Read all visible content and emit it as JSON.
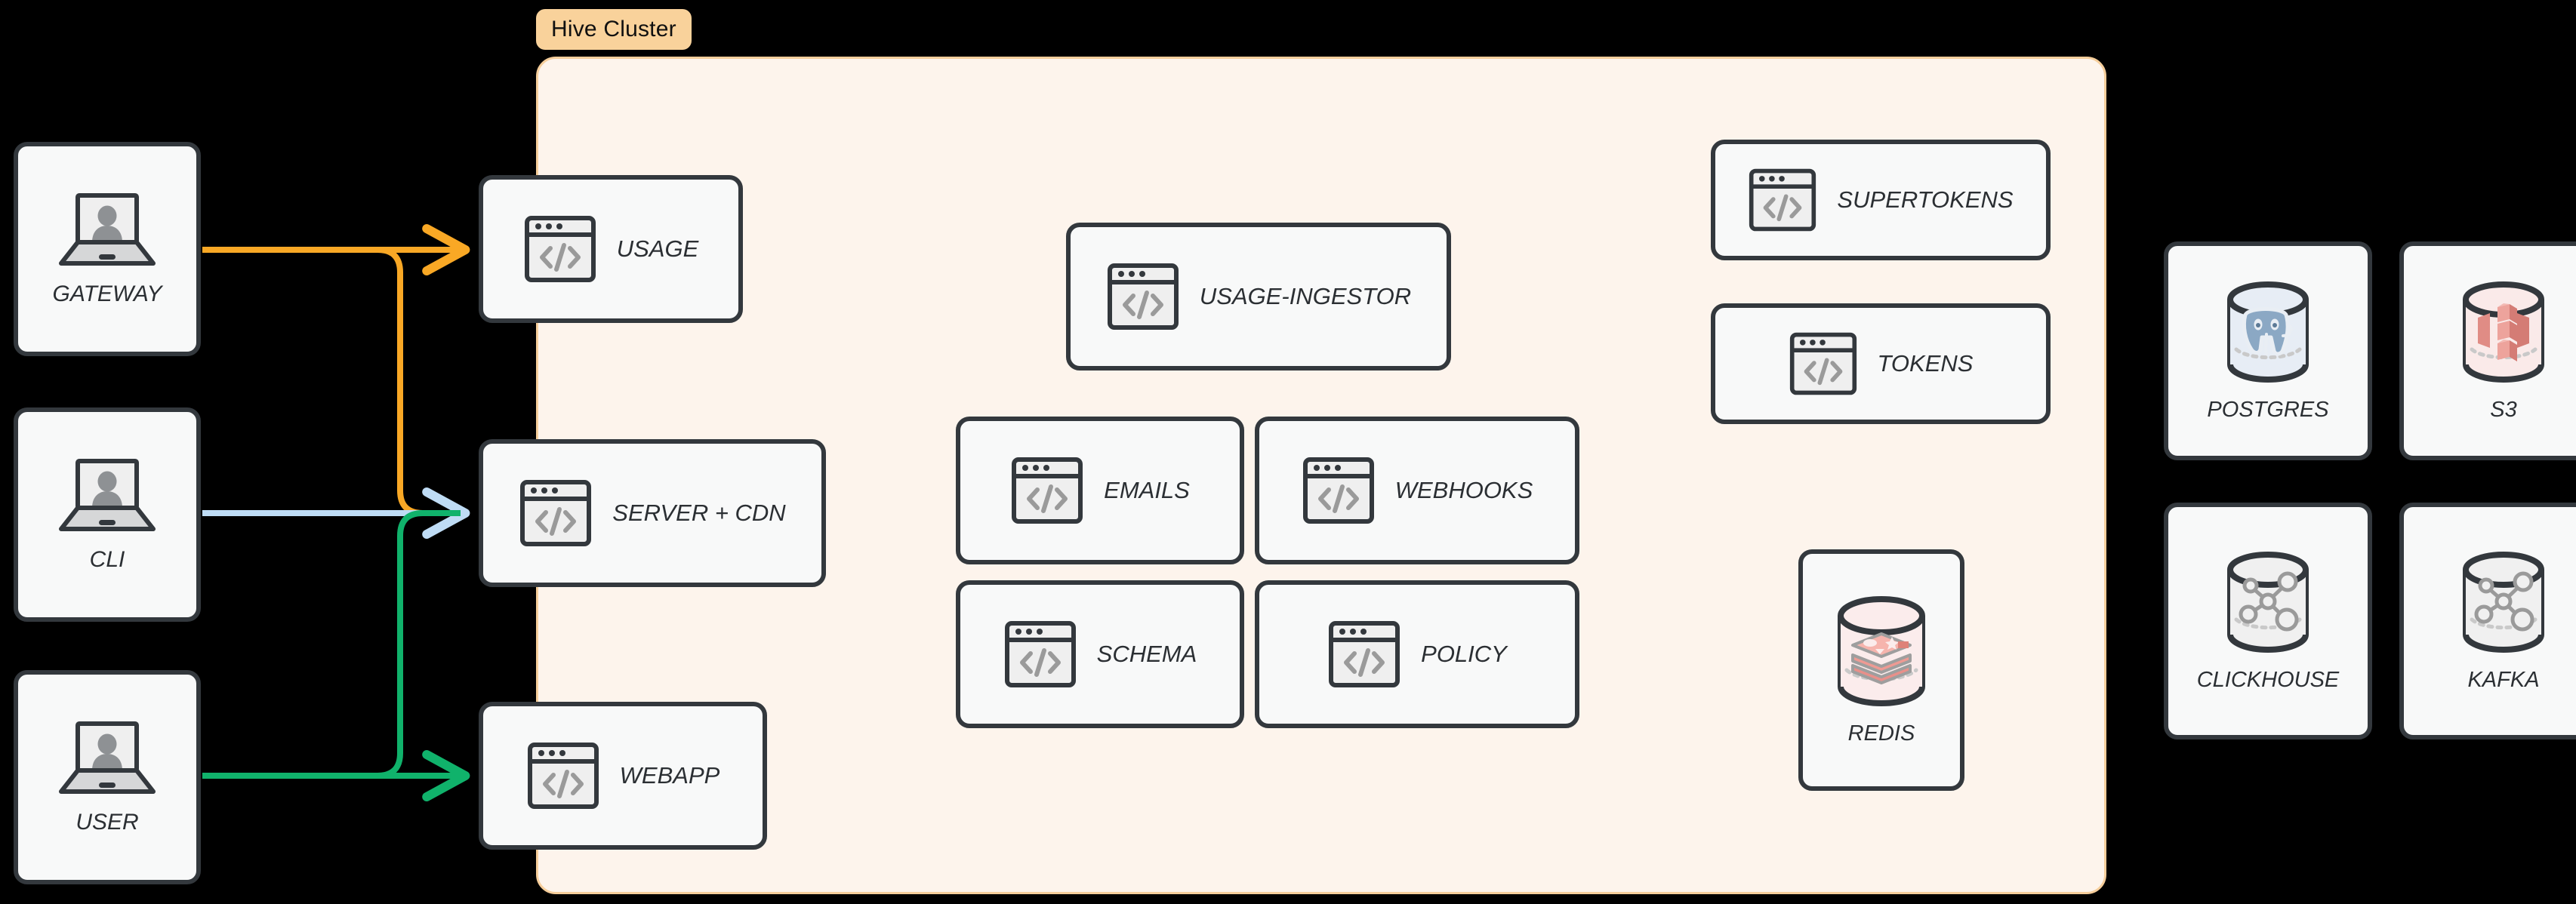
{
  "diagram": {
    "title": "Hive Cluster",
    "background_color": "#000000"
  },
  "cluster": {
    "badge_label": "Hive Cluster",
    "badge_bg": "#F9D29B",
    "panel_bg": "#FDF4EC",
    "panel_border": "#F6CE9B"
  },
  "actors": [
    {
      "id": "gateway",
      "label": "GATEWAY",
      "icon": "laptop-user-icon"
    },
    {
      "id": "cli",
      "label": "CLI",
      "icon": "laptop-user-icon"
    },
    {
      "id": "user",
      "label": "USER",
      "icon": "laptop-user-icon"
    }
  ],
  "edge_services": [
    {
      "id": "usage",
      "label": "USAGE",
      "icon": "code-window-icon"
    },
    {
      "id": "server-cdn",
      "label": "SERVER + CDN",
      "icon": "code-window-icon"
    },
    {
      "id": "webapp",
      "label": "WEBAPP",
      "icon": "code-window-icon"
    }
  ],
  "core_services": [
    {
      "id": "usage-ingestor",
      "label": "USAGE-INGESTOR",
      "icon": "code-window-icon"
    },
    {
      "id": "emails",
      "label": "EMAILS",
      "icon": "code-window-icon"
    },
    {
      "id": "webhooks",
      "label": "WEBHOOKS",
      "icon": "code-window-icon"
    },
    {
      "id": "schema",
      "label": "SCHEMA",
      "icon": "code-window-icon"
    },
    {
      "id": "policy",
      "label": "POLICY",
      "icon": "code-window-icon"
    }
  ],
  "auth_services": [
    {
      "id": "supertokens",
      "label": "SUPERTOKENS",
      "icon": "code-window-icon"
    },
    {
      "id": "tokens",
      "label": "TOKENS",
      "icon": "code-window-icon"
    }
  ],
  "cluster_datastores": [
    {
      "id": "redis",
      "label": "REDIS",
      "icon": "redis-cylinder-icon",
      "accent": "#E8918C"
    }
  ],
  "external_datastores": [
    {
      "id": "postgres",
      "label": "POSTGRES",
      "icon": "postgres-cylinder-icon",
      "accent": "#7C9EBD"
    },
    {
      "id": "s3",
      "label": "S3",
      "icon": "s3-cylinder-icon",
      "accent": "#E0857F"
    },
    {
      "id": "clickhouse",
      "label": "CLICKHOUSE",
      "icon": "nodegraph-cylinder-icon",
      "accent": "#9A9A9A"
    },
    {
      "id": "kafka",
      "label": "KAFKA",
      "icon": "nodegraph-cylinder-icon",
      "accent": "#9A9A9A"
    }
  ],
  "connections": [
    {
      "id": "gateway-to-usage",
      "from": "gateway",
      "to": "usage",
      "color": "#F9A825",
      "color_name": "orange"
    },
    {
      "id": "gateway-to-server-cdn",
      "from": "gateway",
      "to": "server-cdn",
      "color": "#F9A825",
      "color_name": "orange"
    },
    {
      "id": "cli-to-server-cdn",
      "from": "cli",
      "to": "server-cdn",
      "color": "#BFDCF5",
      "color_name": "light-blue"
    },
    {
      "id": "user-to-server-cdn",
      "from": "user",
      "to": "server-cdn",
      "color": "#10B26B",
      "color_name": "green"
    },
    {
      "id": "user-to-webapp",
      "from": "user",
      "to": "webapp",
      "color": "#10B26B",
      "color_name": "green"
    }
  ]
}
